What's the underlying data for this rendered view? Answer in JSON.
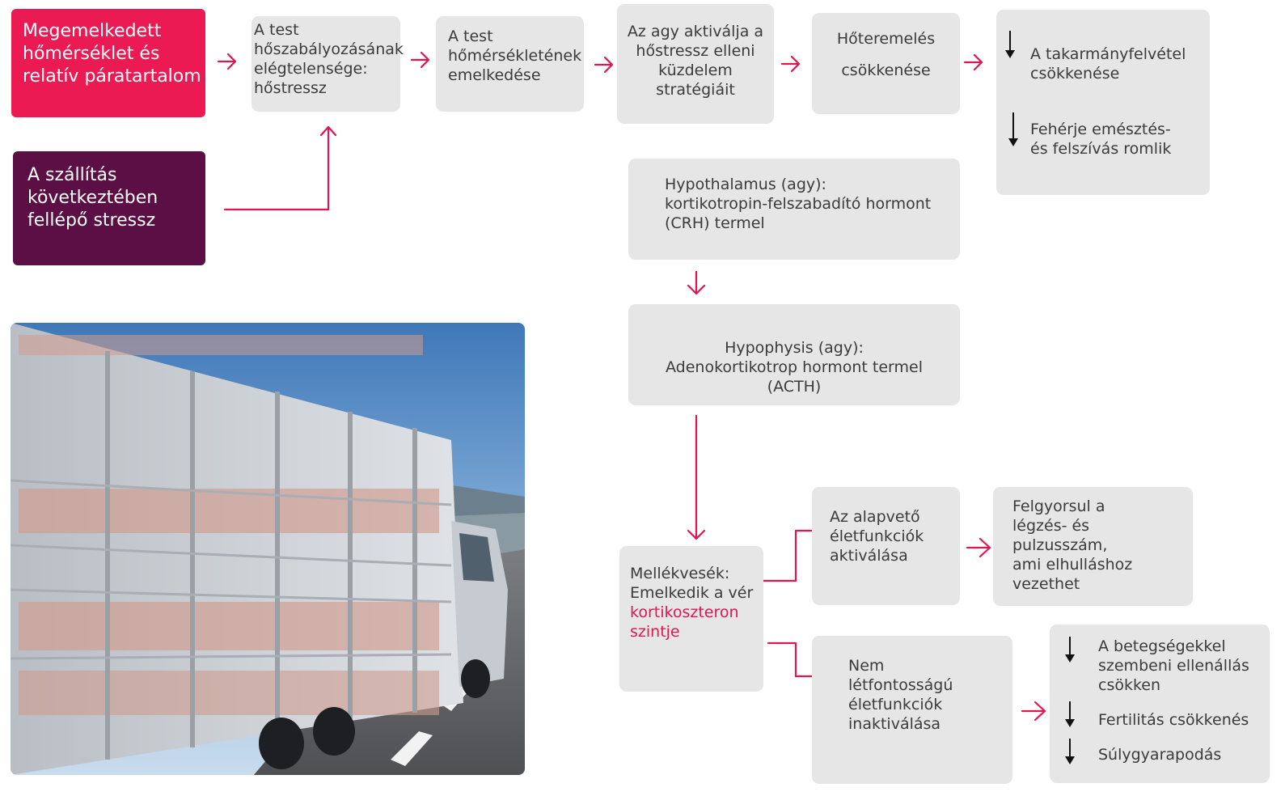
{
  "colors": {
    "accent": "#ec1a53",
    "plum": "#5c0f45",
    "box": "#e6e6e6",
    "arrow": "#e3154f",
    "text": "#3b3b3b"
  },
  "boxes": {
    "heat_humidity": "Megemelkedett\nhőmérséklet és\nrelatív páratartalom",
    "transport_stress": "A szállítás\nkövetkeztében\nfellépő stressz",
    "thermoreg": "A test\nhőszabályozásának\nelégtelensége:\nhőstressz",
    "body_temp": "A test\nhőmérsékletének\nemelkedése",
    "brain_strategies": "Az agy aktiválja a\nhőstressz elleni\nküzdelem\nstratégiáit",
    "heat_prod_line1": "Hőteremelés",
    "heat_prod_line2": "csökkenése",
    "effects1": [
      {
        "text": " A takarmányfelvétel\ncsökkenése",
        "icon": "down-arrow-icon"
      },
      {
        "text": "Fehérje emésztés-\nés felszívás romlik",
        "icon": "down-arrow-icon"
      }
    ],
    "hypothalamus": "Hypothalamus (agy):\nkortikotropin-felszabadító hormont\n(CRH) termel",
    "hypophysis": "Hypophysis (agy):\nAdenokortikotrop hormont termel\n(ACTH)",
    "adrenal_a": "Mellékvesék:\nEmelkedik a vér",
    "adrenal_b": "kortikoszteron\nszintje",
    "vital_on": "Az alapvető\néletfunkciók\naktiválása",
    "breathing": "Felgyorsul a\nlégzés- és\npulzusszám,\nami elhulláshoz\nvezethet",
    "vital_off": "Nem\nlétfontosságú\néletfunkciók\ninaktiválása",
    "effects2": [
      {
        "text": "A betegségekkel\nszembeni ellenállás\ncsökken",
        "icon": "down-arrow-icon"
      },
      {
        "text": "Fertilitás csökkenés",
        "icon": "down-arrow-icon"
      },
      {
        "text": "Súlygyarapodás",
        "icon": "down-arrow-icon"
      }
    ]
  },
  "photo": {
    "subject": "livestock-truck-with-pigs-photo"
  }
}
